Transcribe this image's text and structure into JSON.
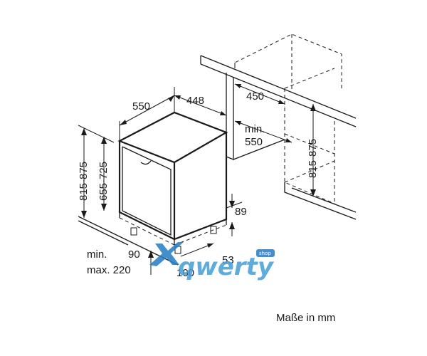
{
  "dimensions": {
    "depth_550": "550",
    "width_448": "448",
    "niche_450": "450",
    "min_label": "min.",
    "niche_min_550": "550",
    "height_815_875_left": "815-875",
    "height_655_725": "655-725",
    "height_815_875_right": "815-875",
    "plinth_89": "89",
    "min_90_label": "min.",
    "min_90_value": "90",
    "max_220_label": "max. 220",
    "bottom_100": "100",
    "bottom_53": "53"
  },
  "footer": {
    "units_note": "Maße in mm"
  },
  "watermark": {
    "brand": "qwerty",
    "badge": "shop"
  }
}
